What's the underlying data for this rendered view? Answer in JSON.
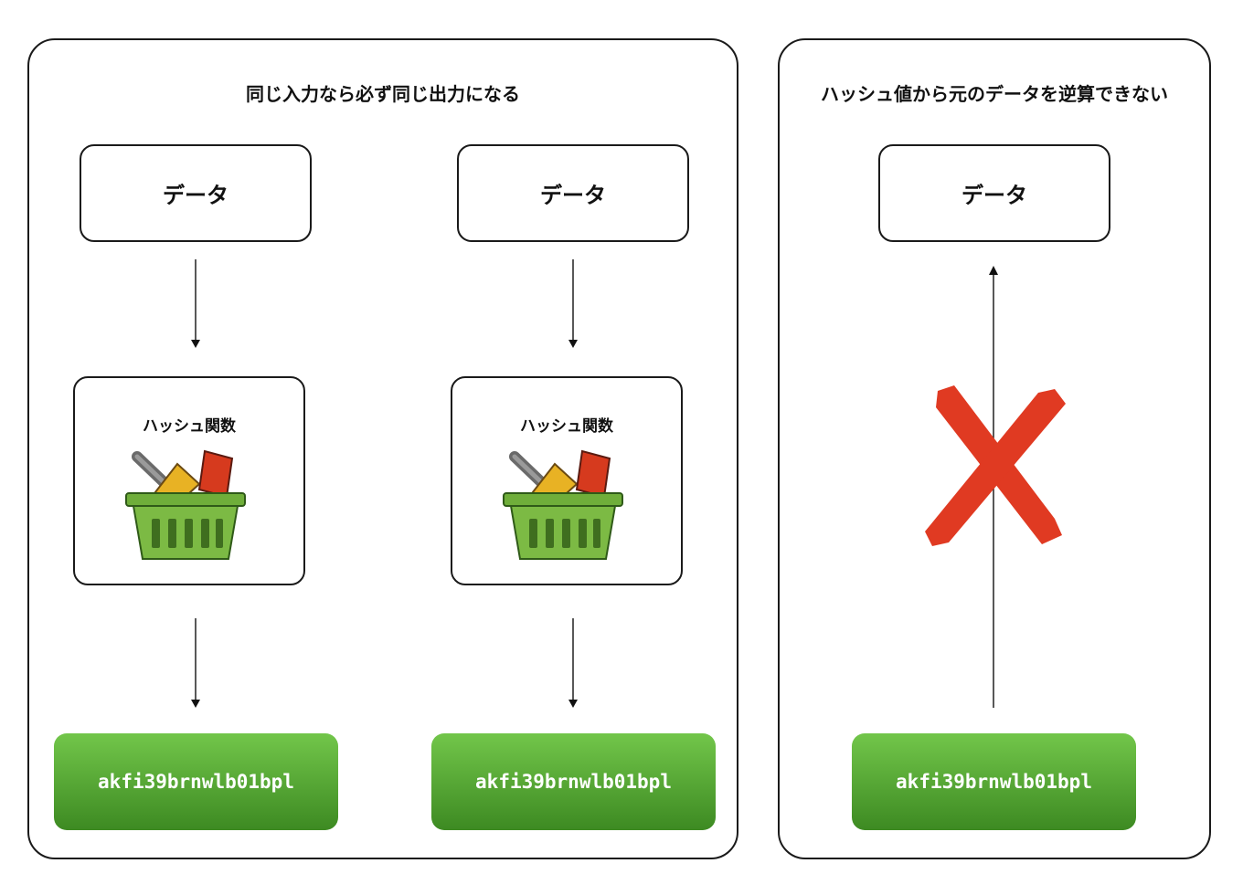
{
  "left_panel": {
    "title": "同じ入力なら必ず同じ出力になる",
    "columns": [
      {
        "data_label": "データ",
        "hash_label": "ハッシュ関数",
        "output": "akfi39brnwlb01bpl"
      },
      {
        "data_label": "データ",
        "hash_label": "ハッシュ関数",
        "output": "akfi39brnwlb01bpl"
      }
    ]
  },
  "right_panel": {
    "title": "ハッシュ値から元のデータを逆算できない",
    "data_label": "データ",
    "output": "akfi39brnwlb01bpl"
  },
  "colors": {
    "border": "#1a1a1a",
    "output_gradient_top": "#72c64a",
    "output_gradient_bottom": "#3d8a22",
    "cross_red": "#e03a22",
    "basket_green": "#6fae3a"
  },
  "icons": [
    "down-arrow-icon",
    "up-arrow-icon",
    "basket-icon",
    "cross-icon"
  ]
}
